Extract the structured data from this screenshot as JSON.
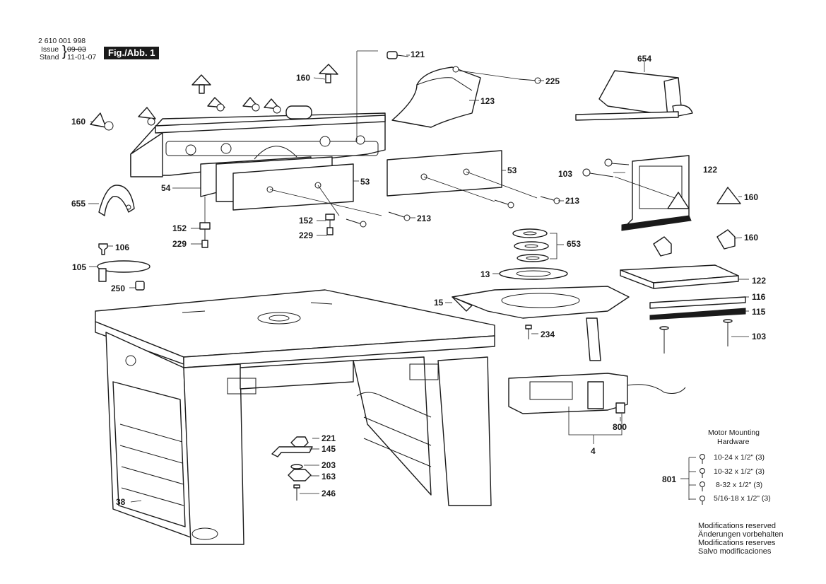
{
  "header": {
    "doc_number": "2 610 001 998",
    "issue_label": "Issue",
    "issue_value": "09-03",
    "stand_label": "Stand",
    "stand_value": "11-01-07",
    "figure_tag": "Fig./Abb. 1"
  },
  "callouts": {
    "c121": "121",
    "c225": "225",
    "c123": "123",
    "c160a": "160",
    "c160b": "160",
    "c654": "654",
    "c53a": "53",
    "c53b": "53",
    "c54": "54",
    "c103a": "103",
    "c122a": "122",
    "c213a": "213",
    "c213b": "213",
    "c160c": "160",
    "c655": "655",
    "c152a": "152",
    "c152b": "152",
    "c229a": "229",
    "c229b": "229",
    "c653": "653",
    "c160d": "160",
    "c106": "106",
    "c105": "105",
    "c250": "250",
    "c13": "13",
    "c122b": "122",
    "c116": "116",
    "c15": "15",
    "c115": "115",
    "c234": "234",
    "c103b": "103",
    "c221": "221",
    "c145": "145",
    "c203": "203",
    "c163": "163",
    "c246": "246",
    "c800": "800",
    "c4": "4",
    "c38": "38",
    "c801": "801"
  },
  "motor_hardware": {
    "title_line1": "Motor Mounting",
    "title_line2": "Hardware",
    "items": [
      "10-24 x 1/2\" (3)",
      "10-32 x 1/2\" (3)",
      "8-32 x 1/2\" (3)",
      "5/16-18 x 1/2\" (3)"
    ]
  },
  "notes": [
    "Modifications reserved",
    "Änderungen vorbehalten",
    "Modifications reserves",
    "Salvo modificaciones"
  ]
}
